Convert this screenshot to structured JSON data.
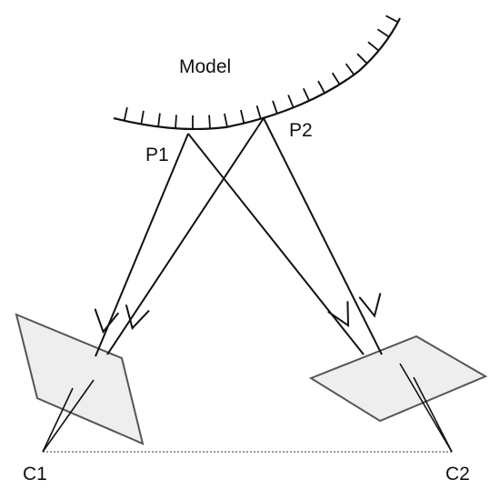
{
  "diagram": {
    "labels": {
      "model": "Model",
      "p1": "P1",
      "p2": "P2",
      "c1": "C1",
      "c2": "C2"
    },
    "colors": {
      "stroke": "#111111",
      "image_plane_fill": "#eeeeee",
      "image_plane_border": "#555555"
    }
  }
}
